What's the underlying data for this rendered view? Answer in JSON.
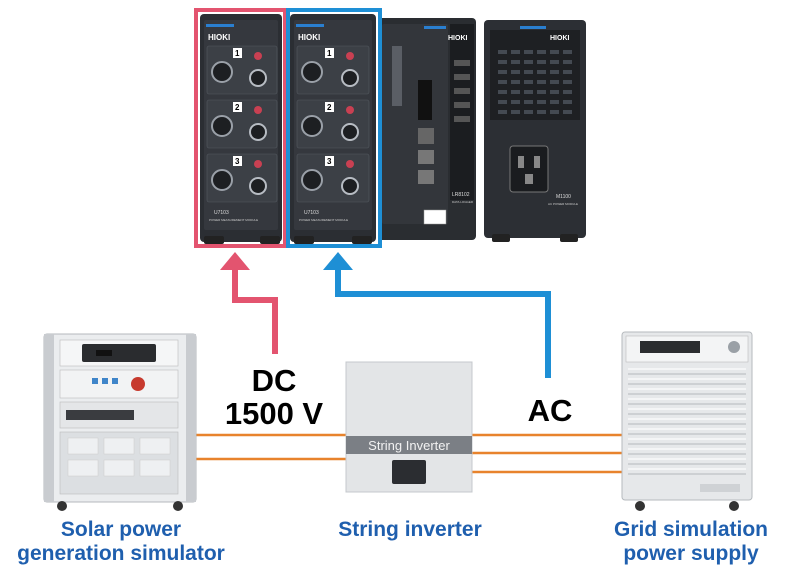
{
  "logger": {
    "brand": "HIOKI",
    "channels": [
      "1",
      "2",
      "3"
    ],
    "module_a_name": "U7103",
    "module_b_name": "U7103",
    "logger_name": "LR8102",
    "power_module_name": "M1100",
    "module_caption": "POWER MEASUREMENT MODULE",
    "logger_caption": "DATA LOGGER",
    "power_caption": "AC POWER MODULE"
  },
  "links": {
    "dc_label_line1": "DC",
    "dc_label_line2": "1500 V",
    "ac_label": "AC",
    "dc_color": "#e3546f",
    "ac_color": "#1e8fd5",
    "cable_color": "#e8832c"
  },
  "inverter": {
    "panel_text": "String Inverter"
  },
  "devices": {
    "solar_label_line1": "Solar power",
    "solar_label_line2": "generation simulator",
    "inverter_label": "String inverter",
    "grid_label_line1": "Grid simulation",
    "grid_label_line2": "power supply"
  },
  "colors": {
    "label_blue": "#1f5fae",
    "hardware_dark": "#2b2e33"
  }
}
